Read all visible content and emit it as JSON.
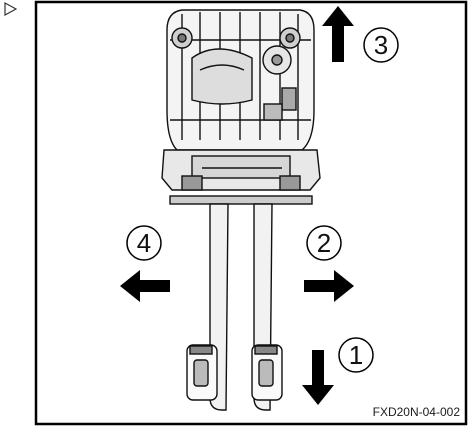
{
  "bullet_icon": "triangle-right-icon",
  "figure": {
    "code": "FXD20N-04-002",
    "directions": [
      {
        "number": "1",
        "direction": "down"
      },
      {
        "number": "2",
        "direction": "right"
      },
      {
        "number": "3",
        "direction": "up"
      },
      {
        "number": "4",
        "direction": "left"
      }
    ]
  }
}
